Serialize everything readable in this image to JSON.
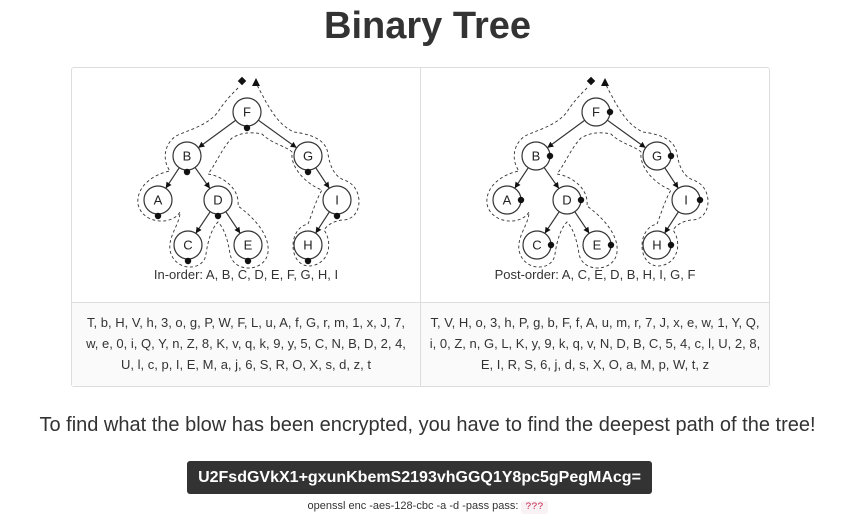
{
  "page": {
    "title": "Binary Tree"
  },
  "colors": {
    "text": "#333333",
    "cipher_background": "#333333",
    "cipher_text": "#ffffff",
    "code_text": "#c7254e",
    "code_background": "#f9f2f4",
    "panel_border": "#dddddd"
  },
  "tree": {
    "nodes": [
      {
        "id": "F",
        "label": "F"
      },
      {
        "id": "B",
        "label": "B"
      },
      {
        "id": "G",
        "label": "G"
      },
      {
        "id": "A",
        "label": "A"
      },
      {
        "id": "D",
        "label": "D"
      },
      {
        "id": "I",
        "label": "I"
      },
      {
        "id": "C",
        "label": "C"
      },
      {
        "id": "E",
        "label": "E"
      },
      {
        "id": "H",
        "label": "H"
      }
    ],
    "edges": [
      [
        "F",
        "B"
      ],
      [
        "F",
        "G"
      ],
      [
        "B",
        "A"
      ],
      [
        "B",
        "D"
      ],
      [
        "D",
        "C"
      ],
      [
        "D",
        "E"
      ],
      [
        "G",
        "I"
      ],
      [
        "I",
        "H"
      ]
    ]
  },
  "inorder": {
    "caption": "In-order: A, B, C, D, E, F, G, H, I",
    "sequence": "T, b, H, V, h, 3, o, g, P, W, F, L, u, A, f, G, r, m, 1, x, J, 7, w, e, 0, i, Q, Y, n, Z, 8, K, v, q, k, 9, y, 5, C, N, B, D, 2, 4, U, l, c, p, I, E, M, a, j, 6, S, R, O, X, s, d, z, t"
  },
  "postorder": {
    "caption": "Post-order: A, C, E, D, B, H, I, G, F",
    "sequence": "T, V, H, o, 3, h, P, g, b, F, f, A, u, m, r, 7, J, x, e, w, 1, Y, Q, i, 0, Z, n, G, L, K, y, 9, k, q, v, N, D, B, C, 5, 4, c, l, U, 2, 8, E, I, R, S, 6, j, d, s, X, O, a, M, p, W, t, z"
  },
  "instruction": "To find what the blow has been encrypted, you have to find the deepest path of the tree!",
  "ciphertext": "U2FsdGVkX1+gxunKbemS2193vhGGQ1Y8pc5gPegMAcg=",
  "command": {
    "prefix": "openssl enc -aes-128-cbc -a -d -pass pass:",
    "password": "???"
  }
}
